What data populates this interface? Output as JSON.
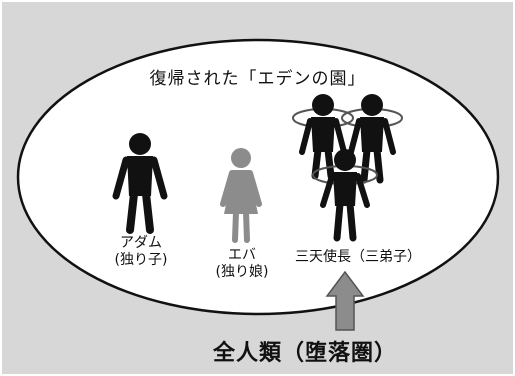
{
  "title": "復帰された「エデンの園」",
  "figures": {
    "adam": {
      "name": "アダム",
      "note": "(独り子)"
    },
    "eve": {
      "name": "エバ",
      "note": "(独り娘)"
    },
    "angels": {
      "label": "三天使長（三弟子）"
    }
  },
  "bottom_label": "全人類（堕落圏）",
  "colors": {
    "background": "#d7d7d7",
    "garden": "#ffffff",
    "figure_dark": "#111111",
    "figure_light": "#8c8c8c",
    "arrow": "#8c8c8c"
  }
}
